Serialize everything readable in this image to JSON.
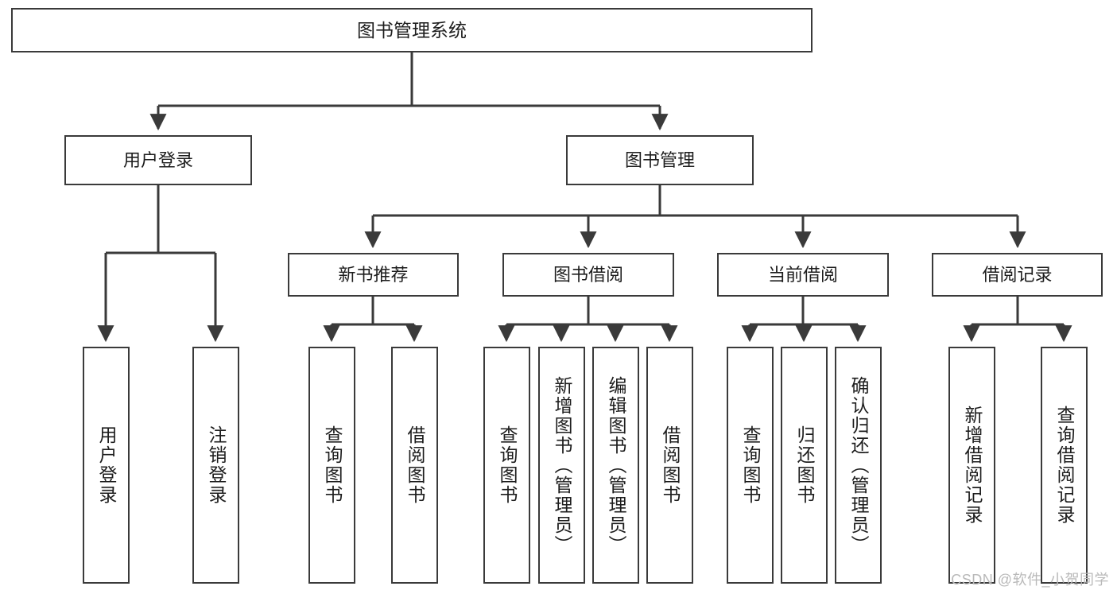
{
  "diagram": {
    "title": "图书管理系统",
    "type": "hierarchy-tree",
    "colors": {
      "box_border": "#3a3a3a",
      "box_fill": "#ffffff",
      "connector": "#3a3a3a",
      "text": "#1d1d1d",
      "watermark": "#b9b9b9"
    },
    "root": {
      "label": "图书管理系统"
    },
    "level2": [
      {
        "id": "user-login",
        "label": "用户登录"
      },
      {
        "id": "book-management",
        "label": "图书管理"
      }
    ],
    "level3": [
      {
        "id": "new-book-recommend",
        "label": "新书推荐"
      },
      {
        "id": "book-borrow",
        "label": "图书借阅"
      },
      {
        "id": "current-borrow",
        "label": "当前借阅"
      },
      {
        "id": "borrow-record",
        "label": "借阅记录"
      }
    ],
    "leaves": {
      "user_login": [
        {
          "id": "leaf-user-login",
          "label": "用户登录"
        },
        {
          "id": "leaf-logout-login",
          "label": "注销登录"
        }
      ],
      "new_book_recommend": [
        {
          "id": "leaf-query-book-1",
          "label": "查询图书"
        },
        {
          "id": "leaf-borrow-book-1",
          "label": "借阅图书"
        }
      ],
      "book_borrow": [
        {
          "id": "leaf-query-book-2",
          "label": "查询图书"
        },
        {
          "id": "leaf-add-book",
          "label": "新增图书（管理员）"
        },
        {
          "id": "leaf-edit-book",
          "label": "编辑图书（管理员）"
        },
        {
          "id": "leaf-borrow-book-2",
          "label": "借阅图书"
        }
      ],
      "current_borrow": [
        {
          "id": "leaf-query-book-3",
          "label": "查询图书"
        },
        {
          "id": "leaf-return-book",
          "label": "归还图书"
        },
        {
          "id": "leaf-confirm-return",
          "label": "确认归还（管理员）"
        }
      ],
      "borrow_record": [
        {
          "id": "leaf-add-borrow-record",
          "label": "新增借阅记录"
        },
        {
          "id": "leaf-query-borrow-record",
          "label": "查询借阅记录"
        }
      ]
    }
  },
  "watermark": {
    "text": "CSDN @软件_小贺同学"
  }
}
